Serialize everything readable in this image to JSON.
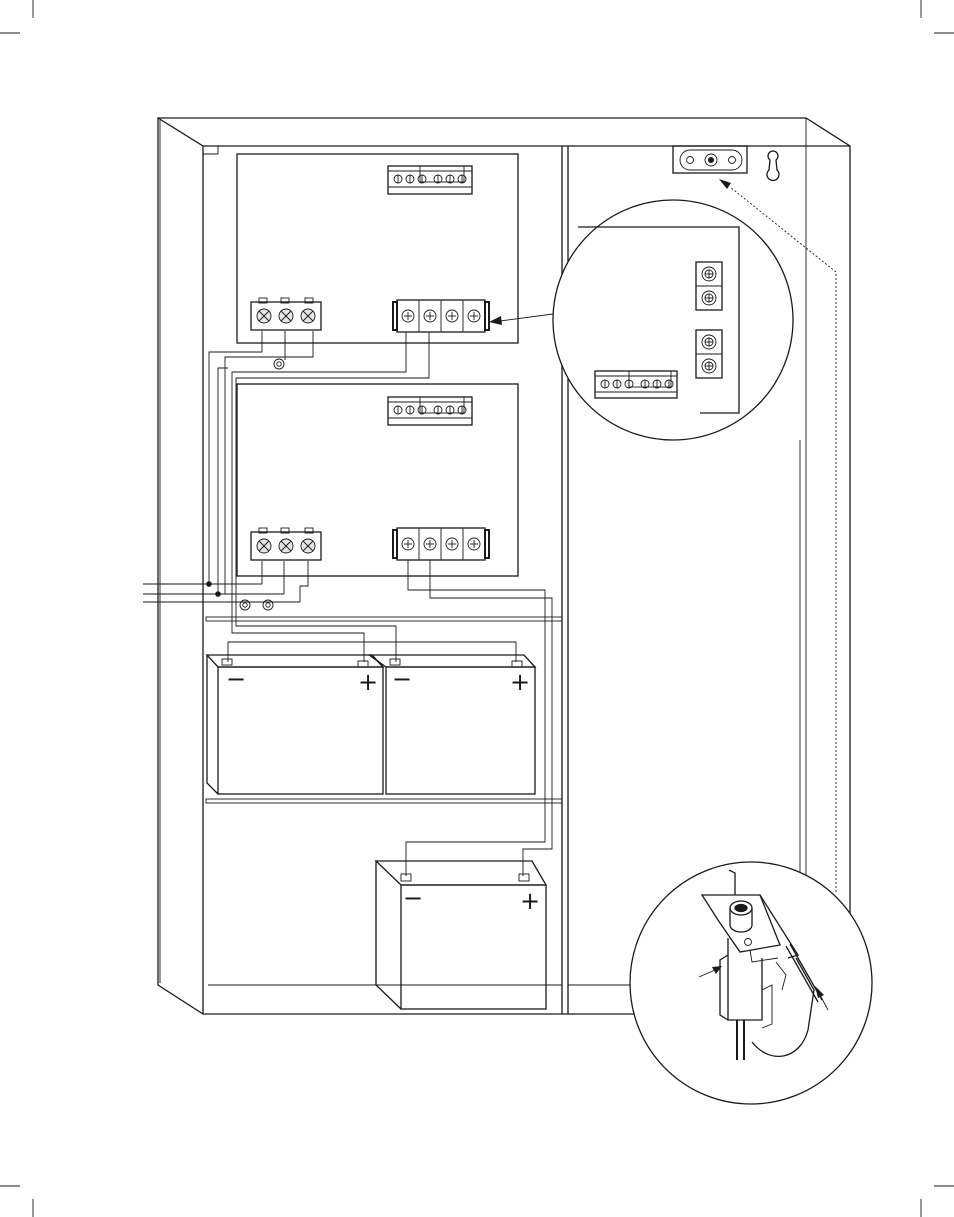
{
  "batteries": [
    {
      "id": "battery-1",
      "negative_symbol": "−",
      "positive_symbol": "+"
    },
    {
      "id": "battery-2",
      "negative_symbol": "−",
      "positive_symbol": "+"
    },
    {
      "id": "battery-3",
      "negative_symbol": "−",
      "positive_symbol": "+"
    }
  ],
  "colors": {
    "line": "#1a1a1a",
    "background": "#ffffff"
  }
}
